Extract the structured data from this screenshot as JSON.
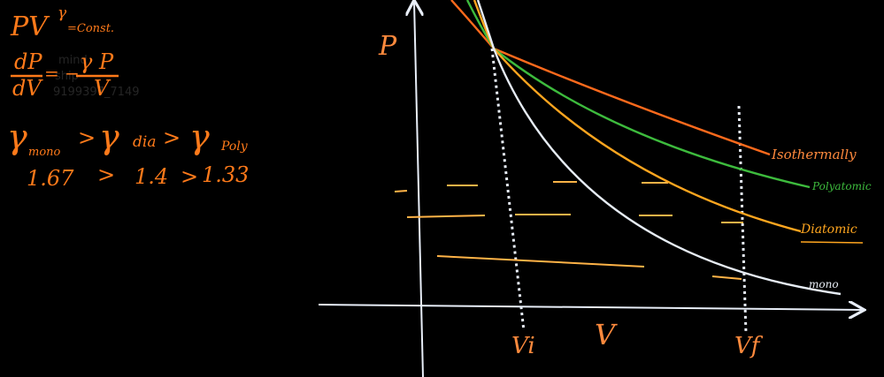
{
  "colors": {
    "background": "#000000",
    "ink_orange": "#ff7a1a",
    "isothermal": "#ff6a1c",
    "polyatomic": "#3dbb3d",
    "diatomic": "#ffa61f",
    "mono": "#e6ecf4",
    "axis": "#e8eef8",
    "dash": "#ffb347",
    "label_orange": "#ff8a3d"
  },
  "notes": {
    "eq1_main": "PV",
    "eq1_exp": "γ",
    "eq1_rhs": "=Const.",
    "eq2_num_lhs": "dP",
    "eq2_den_lhs": "dV",
    "eq2_eq": "= −",
    "eq2_num_rhs": "γ P",
    "eq2_den_rhs": "V",
    "gamma_symbol": "γ",
    "gamma_mono_sub": "mono",
    "gamma_dia_sub": "dia",
    "gamma_poly_sub": "Poly",
    "gt": ">",
    "val_mono": "1.67",
    "val_dia": "1.4",
    "val_poly": "1.33"
  },
  "graph": {
    "p_axis_label": "P",
    "v_axis_label": "V",
    "vi_label": "Vi",
    "vf_label": "Vf",
    "curve_isothermal": "Isothermally",
    "curve_polyatomic": "Polyatomic",
    "curve_diatomic": "Diatomic",
    "curve_mono": "mono"
  },
  "watermark": {
    "line1": "mind",
    "line2": "ship",
    "line3": "9199397_7149"
  }
}
